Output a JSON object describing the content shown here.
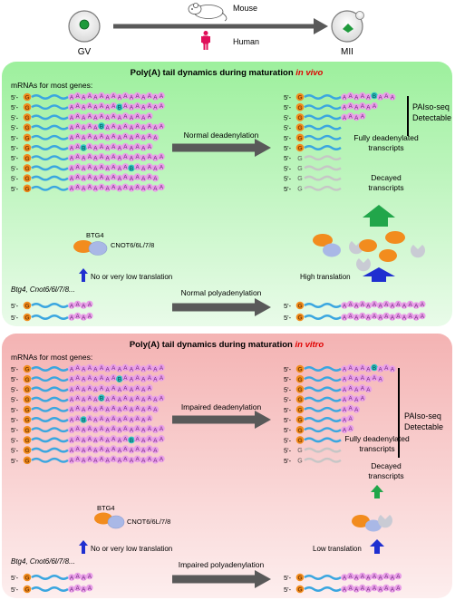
{
  "top": {
    "gv_label": "GV",
    "mii_label": "MII",
    "mouse_label": "Mouse",
    "human_label": "Human"
  },
  "panels": [
    {
      "title_main": "Poly(A) tail dynamics during maturation ",
      "title_em": "in vivo",
      "genes_label": "mRNAs  for most genes:",
      "deadenylation_label": "Normal deadenylation",
      "bracket_label_1": "PAIso-seq",
      "bracket_label_2": "Detectable",
      "fully_label_1": "Fully deadenylated",
      "fully_label_2": "transcripts",
      "decayed_label_1": "Decayed",
      "decayed_label_2": "transcripts",
      "protein_btg": "BTG4",
      "protein_cnot": "CNOT6/6L/7/8",
      "low_translation": "No or very low translation",
      "high_translation": "High translation",
      "gene_italic": "Btg4, Cnot6/6l/7/8...",
      "polyadenylation_label": "Normal polyadenylation"
    },
    {
      "title_main": "Poly(A) tail dynamics during maturation ",
      "title_em": "in vitro",
      "genes_label": "mRNAs  for most genes:",
      "deadenylation_label": "Impaired deadenylation",
      "bracket_label_1": "PAIso-seq",
      "bracket_label_2": "Detectable",
      "fully_label_1": "Fully deadenylated",
      "fully_label_2": "transcripts",
      "decayed_label_1": "Decayed",
      "decayed_label_2": "transcripts",
      "protein_btg": "BTG4",
      "protein_cnot": "CNOT6/6L/7/8",
      "low_translation": "No or very low translation",
      "high_translation": "Low translation",
      "gene_italic": "Btg4, Cnot6/6l/7/8...",
      "polyadenylation_label": "Impaired polyadenylation"
    }
  ],
  "rna_prefix": "5'-",
  "cap_letter": "G",
  "a_letter": "A",
  "b_letter": "B",
  "colors": {
    "panel1_bg": "#a9f0a9",
    "panel2_bg": "#f5b7b7",
    "rna": "#3aa6e0",
    "cap": "#f28c1e",
    "a_fill": "#e9a0e8",
    "a_text": "#6a1f7a",
    "b_fill": "#2ec4c4",
    "arrow_gray": "#595959",
    "green_arrow": "#21a64a",
    "blue_arrow": "#1f2fd0",
    "human": "#e0105a",
    "em_red": "#e00000",
    "decayed": "#c6c6c6"
  }
}
